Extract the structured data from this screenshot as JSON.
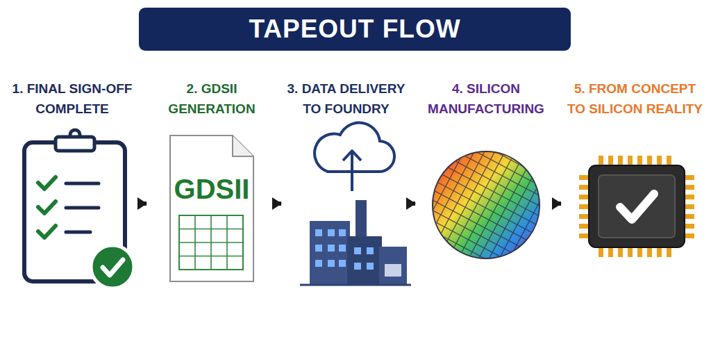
{
  "diagram": {
    "title": "TAPEOUT FLOW",
    "nodes": [
      {
        "text": [
          "1. FINAL SIGN-OFF COMPLETE"
        ]
      },
      {
        "text": [
          "2. GDSII GENERATION",
          "GDSII"
        ]
      },
      {
        "text": [
          "3. DATA DELIVERY TO FOUNDRY"
        ]
      },
      {
        "text": [
          "4. SILICON MANUFACTURING"
        ]
      },
      {
        "text": [
          "5. FROM CONCEPT TO SILICON REALITY"
        ]
      }
    ],
    "edges": [
      {
        "from": 0,
        "to": 1,
        "arrow": "to"
      },
      {
        "from": 1,
        "to": 2,
        "arrow": "to"
      },
      {
        "from": 2,
        "to": 3,
        "arrow": "to"
      },
      {
        "from": 3,
        "to": 4,
        "arrow": "to"
      }
    ]
  }
}
